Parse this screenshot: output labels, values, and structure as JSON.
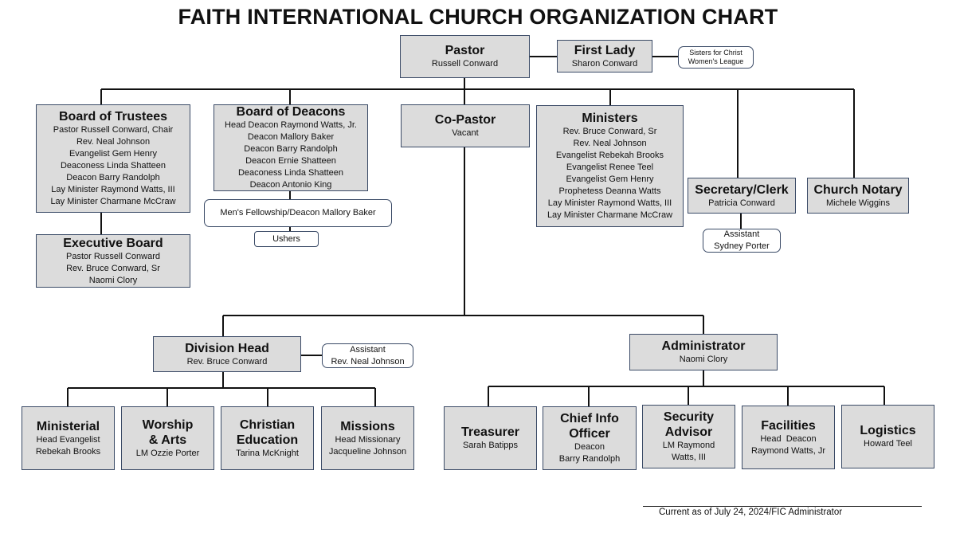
{
  "title": "FAITH INTERNATIONAL CHURCH ORGANIZATION CHART",
  "pastor": {
    "title": "Pastor",
    "name": "Russell Conward"
  },
  "first_lady": {
    "title": "First Lady",
    "name": "Sharon Conward"
  },
  "sisters": {
    "line1": "Sisters for Christ",
    "line2": "Women's League"
  },
  "trustees": {
    "title": "Board of Trustees",
    "members": [
      "Pastor Russell Conward, Chair",
      "Rev. Neal Johnson",
      "Evangelist Gem Henry",
      "Deaconess Linda Shatteen",
      "Deacon Barry Randolph",
      "Lay Minister Raymond Watts, III",
      "Lay Minister Charmane McCraw"
    ]
  },
  "executive": {
    "title": "Executive Board",
    "members": [
      "Pastor Russell Conward",
      "Rev. Bruce Conward, Sr",
      "Naomi Clory"
    ]
  },
  "deacons": {
    "title": "Board of Deacons",
    "members": [
      "Head Deacon Raymond Watts, Jr.",
      "Deacon Mallory Baker",
      "Deacon Barry Randolph",
      "Deacon Ernie Shatteen",
      "Deaconess Linda Shatteen",
      "Deacon Antonio King"
    ]
  },
  "mens_fellowship": "Men's Fellowship/Deacon Mallory Baker",
  "ushers": "Ushers",
  "co_pastor": {
    "title": "Co-Pastor",
    "name": "Vacant"
  },
  "ministers": {
    "title": "Ministers",
    "members": [
      "Rev. Bruce Conward, Sr",
      "Rev. Neal Johnson",
      "Evangelist Rebekah Brooks",
      "Evangelist Renee Teel",
      "Evangelist Gem Henry",
      "Prophetess Deanna Watts",
      "Lay Minister Raymond Watts, III",
      "Lay Minister Charmane McCraw"
    ]
  },
  "secretary": {
    "title": "Secretary/Clerk",
    "name": "Patricia Conward"
  },
  "secretary_assistant": {
    "line1": "Assistant",
    "line2": "Sydney Porter"
  },
  "notary": {
    "title": "Church Notary",
    "name": "Michele Wiggins"
  },
  "division_head": {
    "title": "Division Head",
    "name": "Rev. Bruce Conward"
  },
  "division_assistant": {
    "line1": "Assistant",
    "line2": "Rev. Neal Johnson"
  },
  "administrator": {
    "title": "Administrator",
    "name": "Naomi Clory"
  },
  "ministerial": {
    "title": "Ministerial",
    "line1": "Head Evangelist",
    "line2": "Rebekah Brooks"
  },
  "worship": {
    "title1": "Worship",
    "title2": "& Arts",
    "name": "LM Ozzie Porter"
  },
  "christian_ed": {
    "title1": "Christian",
    "title2": "Education",
    "name": "Tarina McKnight"
  },
  "missions": {
    "title": "Missions",
    "line1": "Head Missionary",
    "line2": "Jacqueline Johnson"
  },
  "treasurer": {
    "title": "Treasurer",
    "name": "Sarah Batipps"
  },
  "cio": {
    "title1": "Chief Info",
    "title2": "Officer",
    "line1": "Deacon",
    "line2": "Barry Randolph"
  },
  "security": {
    "title1": "Security",
    "title2": "Advisor",
    "line1": "LM Raymond",
    "line2": "Watts, III"
  },
  "facilities": {
    "title": "Facilities",
    "line1": "Head  Deacon",
    "line2": "Raymond Watts, Jr"
  },
  "logistics": {
    "title": "Logistics",
    "name": "Howard Teel"
  },
  "footer": "Current as of July 24, 2024/FIC Administrator",
  "colors": {
    "box_fill": "#dcdcdc",
    "box_border": "#3a4a66",
    "line": "#111111"
  }
}
